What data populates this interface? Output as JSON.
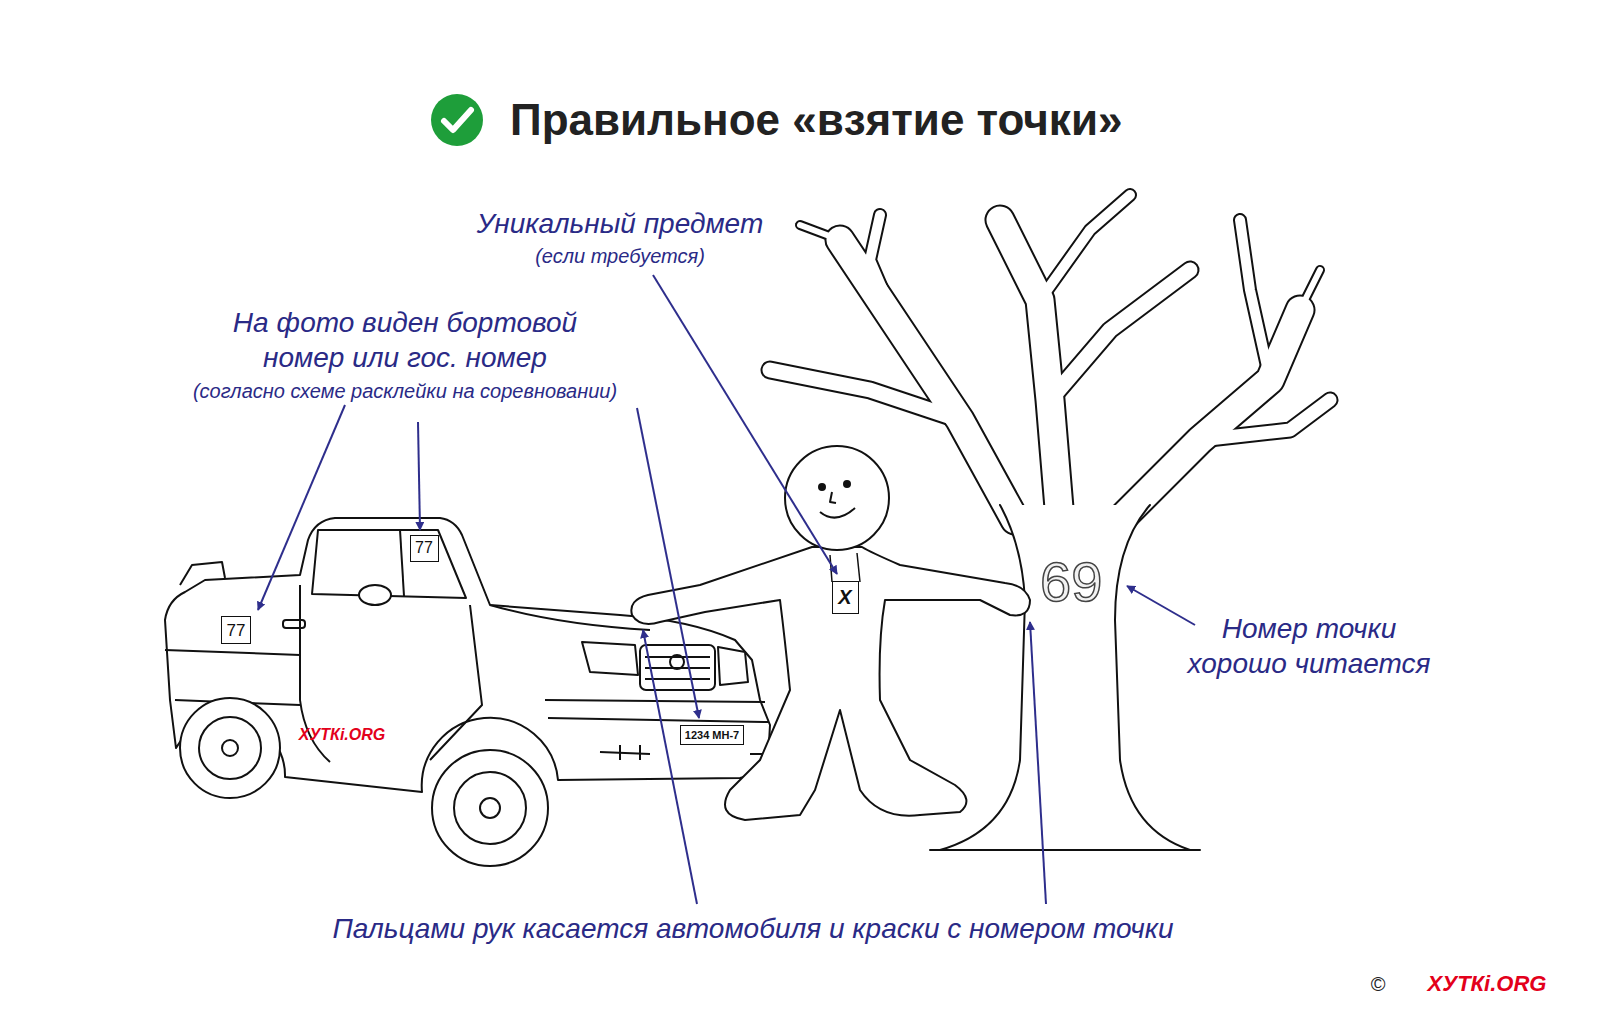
{
  "diagram": {
    "title": "Правильное «взятие точки»",
    "nodes": [
      {
        "text": [
          "77"
        ]
      },
      {
        "text": [
          "77"
        ]
      },
      {
        "text": [
          "1234 MH-7"
        ]
      },
      {
        "text": [
          "X"
        ]
      }
    ],
    "labels": [
      "Уникальный предмет",
      "(если требуется)",
      "На фото виден бортовой номер или гос. номер",
      "(согласно схеме расклейки на соревновании)",
      "Номер точки хорошо читается",
      "69",
      "Пальцами рук касается автомобиля и краски с номером точки",
      "ХУТКi.ORG",
      "©",
      "ХУТКi.ORG"
    ]
  }
}
